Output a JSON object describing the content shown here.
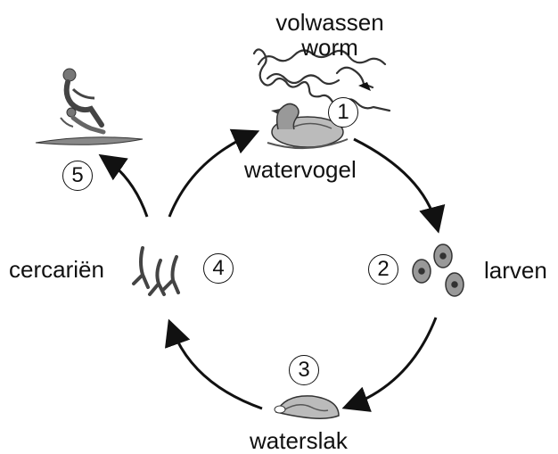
{
  "stages": [
    {
      "number": "1",
      "label": "watervogel"
    },
    {
      "number": "2",
      "label": "larven"
    },
    {
      "number": "3",
      "label": "waterslak"
    },
    {
      "number": "4",
      "label": "cercariën"
    },
    {
      "number": "5",
      "label": ""
    }
  ],
  "adult": {
    "line1": "volwassen",
    "line2": "worm"
  }
}
